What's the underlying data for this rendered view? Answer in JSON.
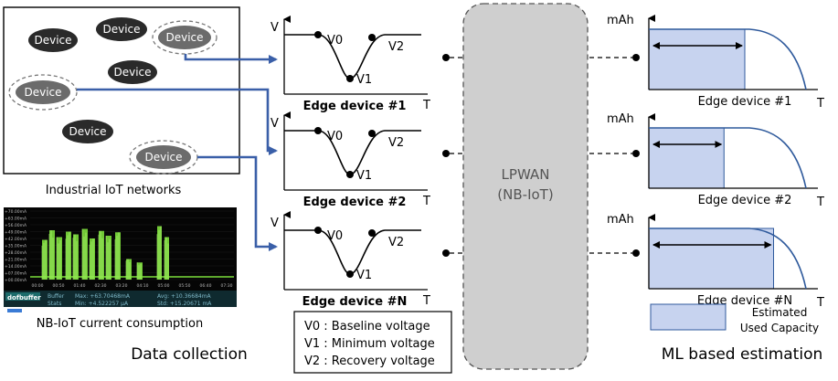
{
  "iot": {
    "devices": [
      "Device",
      "Device",
      "Device",
      "Device",
      "Device",
      "Device",
      "Device"
    ],
    "caption": "Industrial IoT networks"
  },
  "scope": {
    "caption": "NB-IoT current consumption",
    "y_ticks": [
      "+70.00mA",
      "+63.00mA",
      "+56.00mA",
      "+49.00mA",
      "+42.00mA",
      "+35.00mA",
      "+28.00mA",
      "+21.00mA",
      "+14.00mA",
      "+07.00mA",
      "+00.00mA"
    ],
    "x_ticks": [
      "00:00",
      "00:50",
      "01:40",
      "02:30",
      "03:20",
      "04:10",
      "05:00",
      "05:50",
      "06:40",
      "07:30"
    ],
    "footer": {
      "logo": "dofbuffer",
      "buffer_label": "Buffer",
      "stats_label": "Stats",
      "max1": "Max: +63.70468mA",
      "min1": "Min: +4.522257 µA",
      "avg": "Avg: +10.36684mA",
      "std": "Std: +15.20671 mA"
    },
    "bars": [
      0.58,
      0.72,
      0.62,
      0.7,
      0.66,
      0.74,
      0.6,
      0.71,
      0.64,
      0.69,
      0.3,
      0.25,
      0.78,
      0.62
    ]
  },
  "voltage": {
    "axis_v": "V",
    "axis_t": "T",
    "labels": {
      "v0": "V0",
      "v1": "V1",
      "v2": "V2"
    },
    "titles": [
      "Edge device #1",
      "Edge device #2",
      "Edge device #N"
    ]
  },
  "legend_box": {
    "lines": [
      "V0 : Baseline voltage",
      "V1 : Minimum voltage",
      "V2 : Recovery voltage"
    ]
  },
  "lpwan": {
    "line1": "LPWAN",
    "line2": "(NB-IoT)"
  },
  "capacity": {
    "axis_y": "mAh",
    "axis_x": "T",
    "titles": [
      "Edge device #1",
      "Edge device #2",
      "Edge device #N"
    ],
    "used_fraction": [
      0.6,
      0.47,
      0.78
    ],
    "legend": [
      "Estimated",
      "Used Capacity"
    ]
  },
  "sections": {
    "data_collection": "Data collection",
    "ml_estimation": "ML based estimation"
  },
  "colors": {
    "arrow_blue": "#3a5fa8",
    "fill_blue": "#c7d3ef",
    "curve_blue": "#2f5a9c",
    "device_dark": "#2a2a2a",
    "device_grey": "#6b6b6b",
    "lpwan_grey": "#cfcfcf",
    "scope_green": "#7dde3c"
  }
}
